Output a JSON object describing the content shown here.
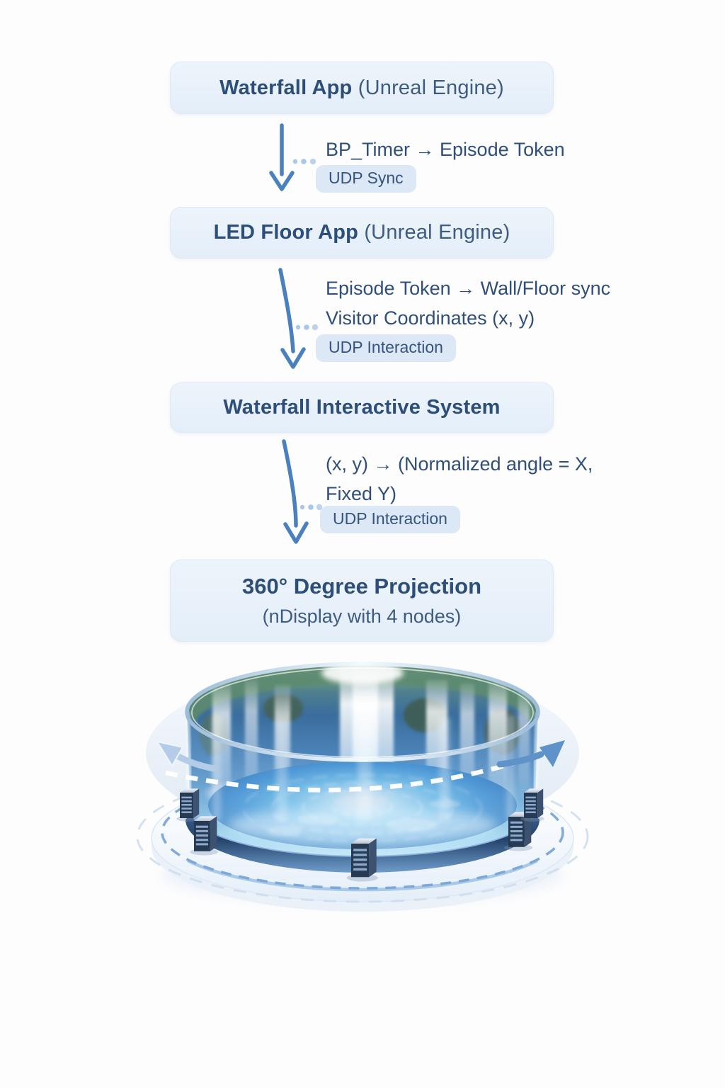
{
  "flow": {
    "nodes": [
      {
        "title": "Waterfall App",
        "subtitle": "(Unreal Engine)"
      },
      {
        "title": "LED Floor App",
        "subtitle": "(Unreal Engine)"
      },
      {
        "title": "Waterfall Interactive System"
      },
      {
        "title": "360° Degree Projection",
        "subtitle": "(nDisplay with 4 nodes)"
      }
    ],
    "edges": [
      {
        "lines": [
          "BP_Timer → Episode Token"
        ],
        "badge": "UDP Sync"
      },
      {
        "lines": [
          "Episode Token → Wall/Floor sync",
          "Visitor Coordinates (x, y)"
        ],
        "badge": "UDP Interaction"
      },
      {
        "lines": [
          "(x, y) → (Normalized angle = X,",
          "Fixed Y)"
        ],
        "badge": "UDP Interaction"
      }
    ]
  },
  "colors": {
    "background": "#fdfdfe",
    "node_bg": "#e9f1fb",
    "node_border": "#dde9f6",
    "node_text": "#2d4e79",
    "node_subtext": "#3e5c82",
    "edge_text": "#2f4f79",
    "badge_bg": "#dce8f6",
    "badge_text": "#35547f",
    "arrow": "#4a80bd",
    "arrow_dots": "#a9c7e9"
  }
}
